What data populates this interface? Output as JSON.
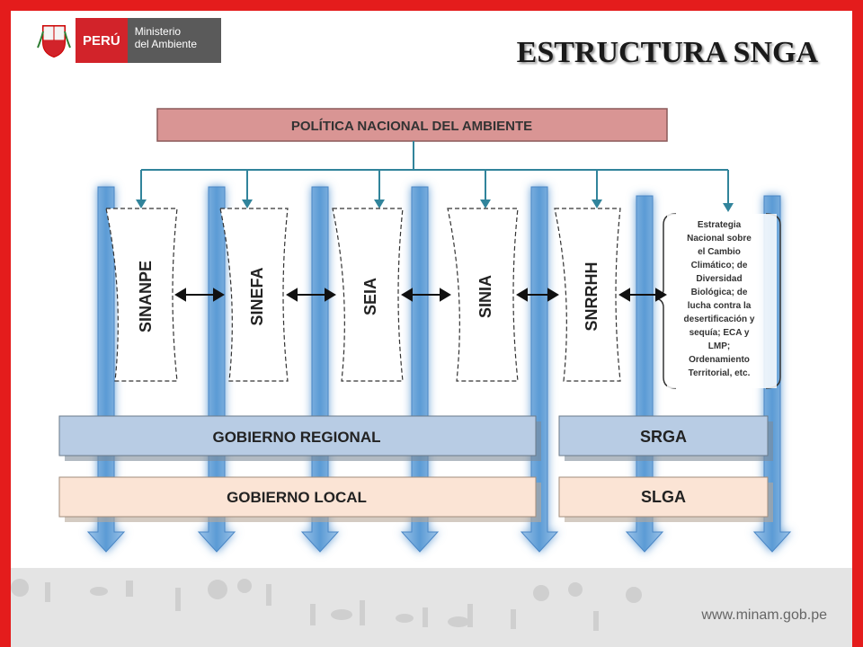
{
  "header": {
    "logo_country": "PERÚ",
    "logo_ministry_line1": "Ministerio",
    "logo_ministry_line2": "del Ambiente",
    "title": "ESTRUCTURA SNGA"
  },
  "diagram": {
    "top_box": "POLÍTICA NACIONAL DEL  AMBIENTE",
    "systems": [
      "SINANPE",
      "SINEFA",
      "SEIA",
      "SINIA",
      "SNRRHH"
    ],
    "strategy_text": [
      "Estrategia",
      "Nacional sobre",
      "el Cambio",
      "Climático; de",
      "Diversidad",
      "Biológica; de",
      "lucha contra la",
      "desertificación y",
      "sequía; ECA y",
      "LMP;",
      "Ordenamiento",
      "Territorial, etc."
    ],
    "regional": "GOBIERNO  REGIONAL",
    "local": "GOBIERNO LOCAL",
    "srga": "SRGA",
    "slga": "SLGA"
  },
  "footer": {
    "url": "www.minam.gob.pe"
  },
  "colors": {
    "border_red": "#e41c1c",
    "top_box_fill": "#d99594",
    "regional_fill": "#b8cce4",
    "local_fill": "#fbe4d5",
    "column_blue": "#5b9bd5"
  }
}
